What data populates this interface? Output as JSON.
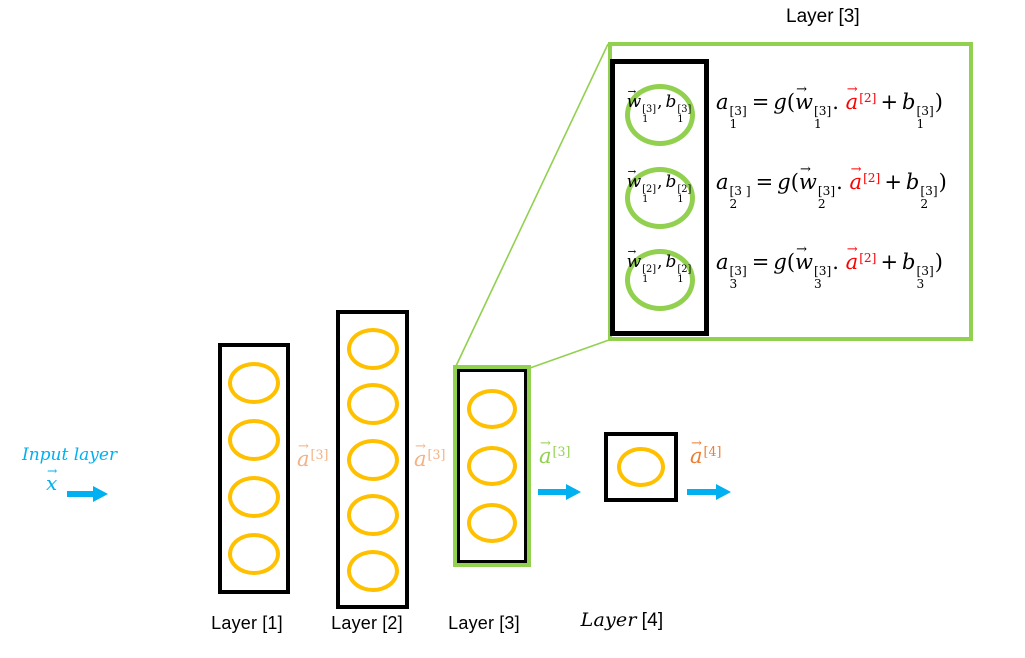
{
  "symbols": {
    "arrow": "→",
    "equals": "=",
    "g": "g",
    "open": "(",
    "close": ")",
    "dot": ".",
    "plus": "+",
    "comma": ",",
    "w": "w",
    "b": "b",
    "a": "a",
    "x": "x"
  },
  "input": {
    "label": "Input layer"
  },
  "layers": [
    {
      "word": "Layer",
      "bracket": "[1]",
      "neuron_count": 4
    },
    {
      "word": "Layer",
      "bracket": "[2]",
      "neuron_count": 5
    },
    {
      "word": "Layer",
      "bracket": "[3]",
      "neuron_count": 3
    },
    {
      "word": "Layer",
      "bracket": "[4]",
      "neuron_count": 1
    }
  ],
  "activations": [
    {
      "sup": "[3]",
      "position": "after-layer-1",
      "color": "#F4B183"
    },
    {
      "sup": "[3]",
      "position": "after-layer-2",
      "color": "#F4B183"
    },
    {
      "sup": "[3]",
      "position": "after-layer-3",
      "color": "#92D050"
    },
    {
      "sup": "[4]",
      "position": "after-layer-4",
      "color": "#ED7D31"
    }
  ],
  "detail": {
    "title_word": "Layer",
    "title_bracket": "[3]",
    "neurons": [
      {
        "w_sub": "1",
        "w_sup": "[3]",
        "b_sub": "1",
        "b_sup": "[3]"
      },
      {
        "w_sub": "1",
        "w_sup": "[2]",
        "b_sub": "1",
        "b_sup": "[2]"
      },
      {
        "w_sub": "1",
        "w_sup": "[2]",
        "b_sub": "1",
        "b_sup": "[2]"
      }
    ],
    "equations": [
      {
        "a_sub": "1",
        "a_sup": "[3]",
        "w_sub": "1",
        "w_sup": "[3]",
        "act_sup": "[2]",
        "b_sub": "1",
        "b_sup": "[3]"
      },
      {
        "a_sub": "2",
        "a_sup": "[3 ]",
        "w_sub": "2",
        "w_sup": "[3]",
        "act_sup": "[2]",
        "b_sub": "2",
        "b_sup": "[3]"
      },
      {
        "a_sub": "3",
        "a_sup": "[3]",
        "w_sub": "3",
        "w_sup": "[3]",
        "act_sup": "[2]",
        "b_sub": "3",
        "b_sup": "[3]"
      }
    ]
  },
  "colors": {
    "neuron_gold": "#FFC000",
    "green": "#92D050",
    "salmon": "#F4B183",
    "orange": "#ED7D31",
    "cyan": "#00B0F0",
    "red": "#FF0000",
    "black": "#000000"
  }
}
